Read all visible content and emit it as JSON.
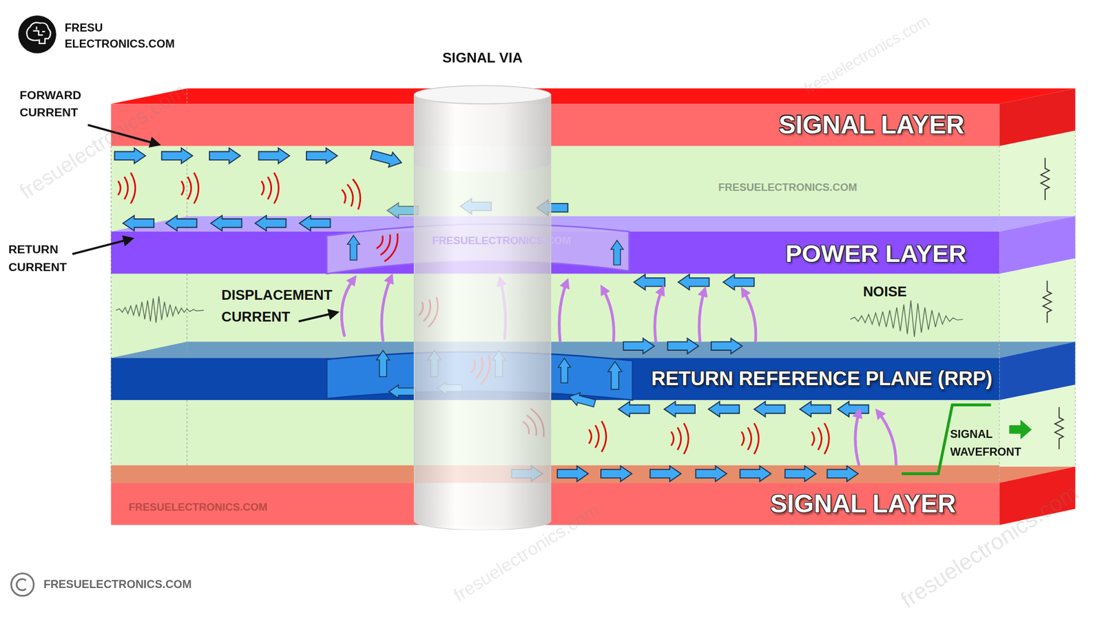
{
  "diagram": {
    "nodes": [
      {
        "text": [
          "SIGNAL VIA"
        ]
      },
      {
        "text": [
          "SIGNAL LAYER"
        ]
      },
      {
        "text": [
          "POWER LAYER"
        ]
      },
      {
        "text": [
          "RETURN REFERENCE PLANE (RRP)"
        ]
      },
      {
        "text": [
          "SIGNAL LAYER"
        ]
      }
    ],
    "labels": [
      "FRESU ELECTRONICS.COM",
      "FORWARD CURRENT",
      "RETURN CURRENT",
      "FRESUELECTRONICS.COM",
      "FRESUELECTRONICS.COM",
      "DISPLACEMENT CURRENT",
      "NOISE",
      "SIGNAL WAVEFRONT",
      "FRESUELECTRONICS.COM",
      "FRESUELECTRONICS.COM",
      "fresuelectronics.com",
      "fresuelectronics.com",
      "fresuelectronics.com",
      "fresuelectronics.com"
    ]
  }
}
